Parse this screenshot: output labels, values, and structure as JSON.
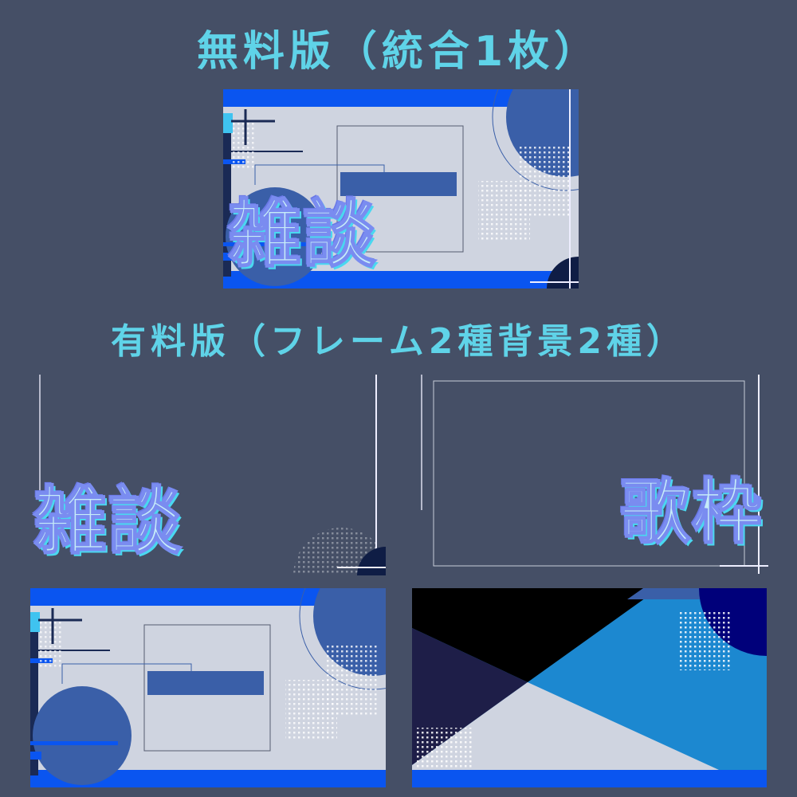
{
  "free_section": {
    "title": "無料版（統合1枚）",
    "label": "雑談"
  },
  "paid_section": {
    "title": "有料版（フレーム2種背景2種）",
    "frame_chat_label": "雑談",
    "frame_song_label": "歌枠"
  },
  "colors": {
    "background": "#454f66",
    "title": "#5fd3e8",
    "accent_blue": "#0a55f0",
    "panel_gray": "#cfd4e0",
    "mid_blue": "#3a5fa8"
  }
}
